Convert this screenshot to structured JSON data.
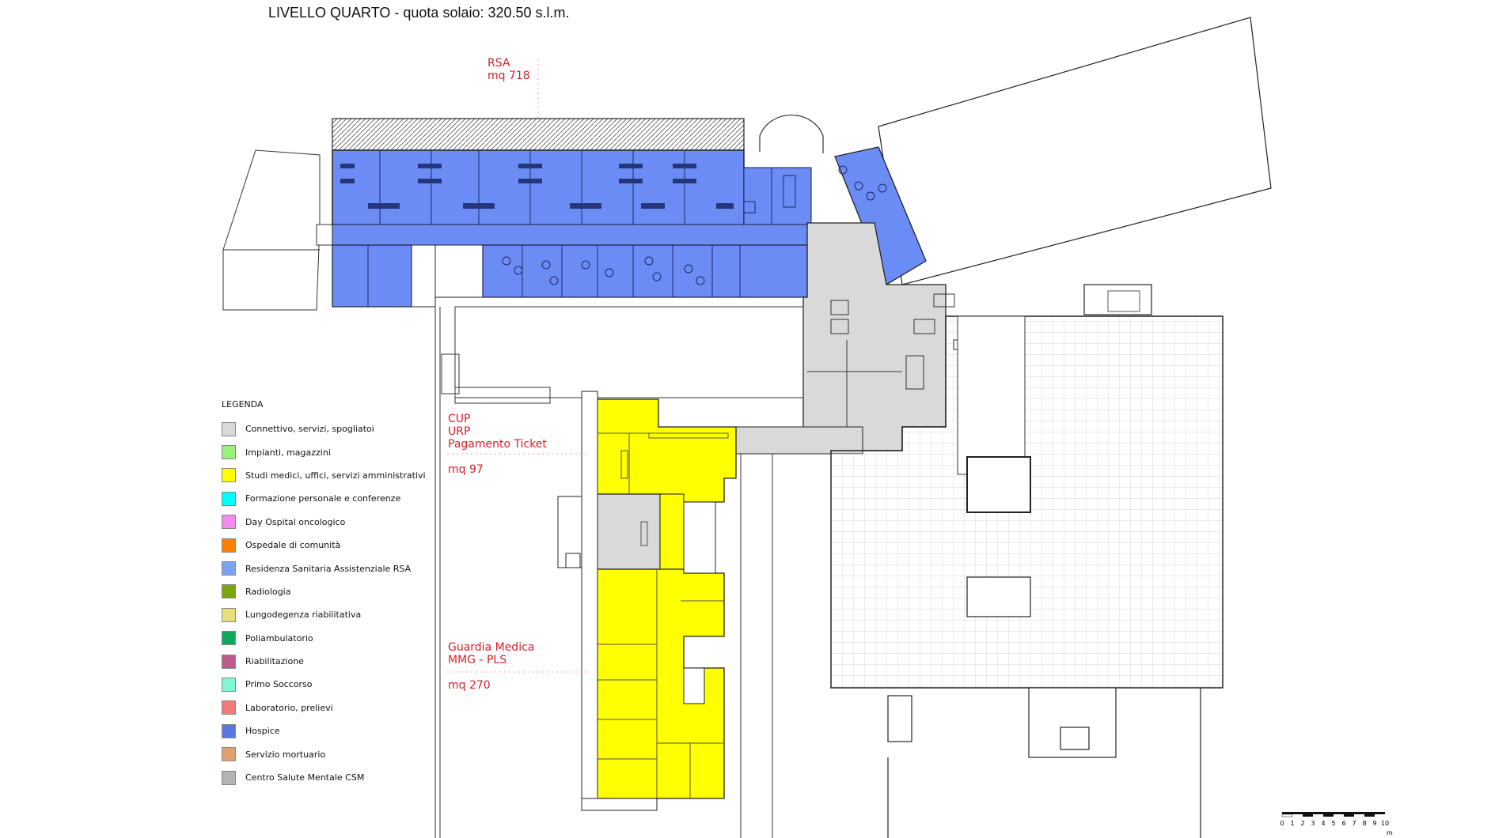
{
  "title": "LIVELLO QUARTO - quota solaio: 320.50 s.l.m.",
  "zones": {
    "rsa": {
      "name": "RSA",
      "area": "mq 718"
    },
    "cup": {
      "lines": [
        "CUP",
        "URP",
        "Pagamento Ticket"
      ],
      "area": "mq 97"
    },
    "guardia": {
      "lines": [
        "Guardia Medica",
        "MMG - PLS"
      ],
      "area": "mq 270"
    }
  },
  "legend": {
    "title": "LEGENDA",
    "items": [
      {
        "label": "Connettivo, servizi, spogliatoi",
        "color": "#d9d9d9"
      },
      {
        "label": "Impianti, magazzini",
        "color": "#99f07a"
      },
      {
        "label": "Studi medici, uffici, servizi amministrativi",
        "color": "#ffff00"
      },
      {
        "label": "Formazione personale e conferenze",
        "color": "#00ffff"
      },
      {
        "label": "Day Ospital oncologico",
        "color": "#f48cf0"
      },
      {
        "label": "Ospedale di comunità",
        "color": "#ff7f00"
      },
      {
        "label": "Residenza Sanitaria Assistenziale RSA",
        "color": "#7ba3f5"
      },
      {
        "label": "Radiologia",
        "color": "#7aa510"
      },
      {
        "label": "Lungodegenza riabilitativa",
        "color": "#e8e07a"
      },
      {
        "label": "Poliambulatorio",
        "color": "#10a85a"
      },
      {
        "label": "Riabilitazione",
        "color": "#bf5a8c"
      },
      {
        "label": "Primo Soccorso",
        "color": "#7ff7d4"
      },
      {
        "label": "Laboratorio, prelievi",
        "color": "#f47a7a"
      },
      {
        "label": "Hospice",
        "color": "#5a78e0"
      },
      {
        "label": "Servizio mortuario",
        "color": "#e0a070"
      },
      {
        "label": "Centro Salute Mentale CSM",
        "color": "#b3b3b3"
      }
    ]
  },
  "colors": {
    "rsa_fill": "#6b8cf5",
    "office_fill": "#ffff00",
    "connective_fill": "#d9d9d9",
    "label_red": "#d8202a",
    "wall": "#222222"
  },
  "scale_bar": {
    "ticks": [
      "0",
      "1",
      "2",
      "3",
      "4",
      "5",
      "6",
      "7",
      "8",
      "9",
      "10"
    ],
    "unit": "m"
  }
}
